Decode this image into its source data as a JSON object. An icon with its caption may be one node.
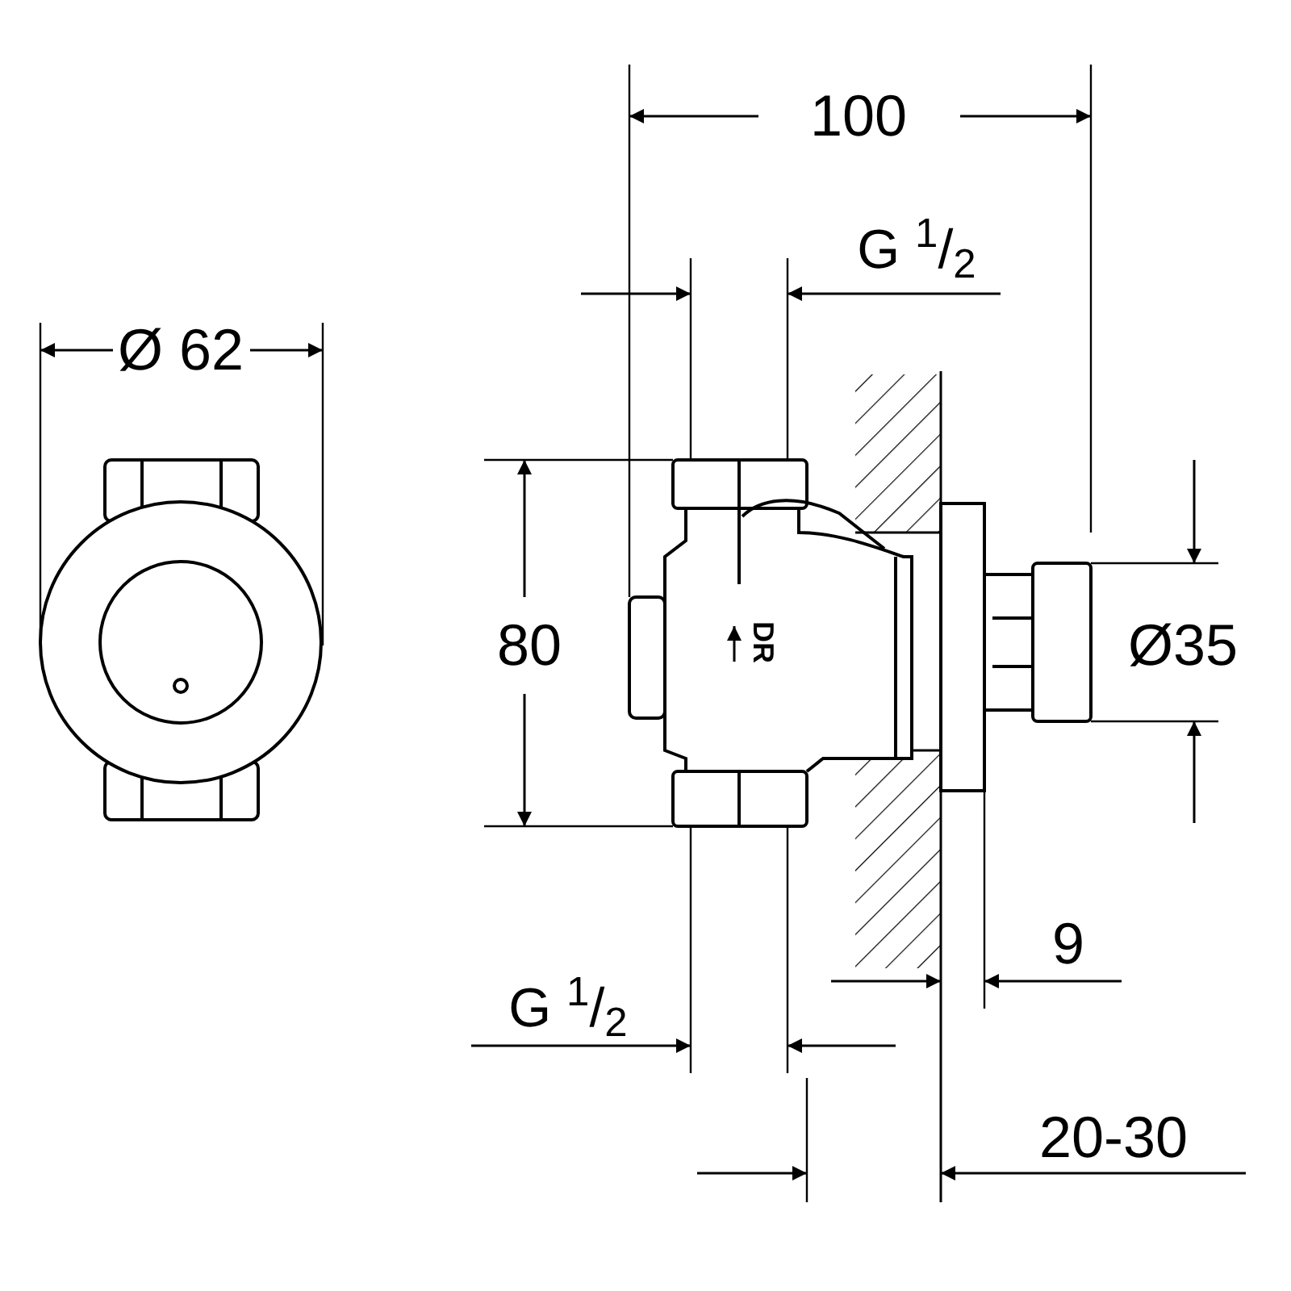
{
  "diagram": {
    "labels": [
      "Ø 62",
      "100",
      "G $^{1}$/$_{2}$",
      "80",
      "DR",
      "Ø35",
      "9",
      "G $^{1}$/$_{2}$",
      "20-30"
    ]
  }
}
